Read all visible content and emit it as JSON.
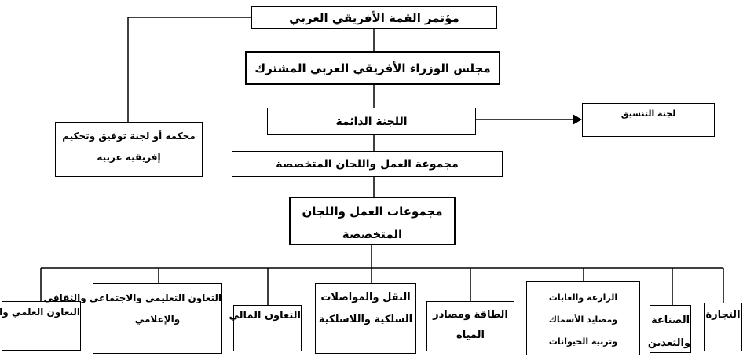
{
  "colors": {
    "ink": "#000000",
    "paper": "#ffffff"
  },
  "diagram": {
    "type": "org-chart",
    "language": "ar",
    "direction": "rtl",
    "nodes": {
      "summit": {
        "lines": [
          "مؤتمر القمة الأفريقي العربي"
        ]
      },
      "council": {
        "lines": [
          "مجلس الوزراء الأفريقي العربي المشترك"
        ]
      },
      "permanent_committee": {
        "lines": [
          "اللجنة الدائمة"
        ]
      },
      "coordination_committee": {
        "lines": [
          "لجنة التنسيق"
        ]
      },
      "arbitration_court": {
        "lines": [
          "محكمه أو لجنة توفيق وتحكيم",
          "إفريقية عربية"
        ]
      },
      "work_group": {
        "lines": [
          "مجموعة العمل واللجان المتخصصة"
        ]
      },
      "work_groups": {
        "lines": [
          "مجموعات العمل واللجان",
          "المتخصصة"
        ]
      }
    },
    "committees": [
      {
        "id": "scientific-technical",
        "lines": [
          "التعاون العلمي والفني"
        ]
      },
      {
        "id": "education-social-cultural-media",
        "lines": [
          "التعاون التعليمي والاجتماعي والثقافي",
          "والإعلامي"
        ]
      },
      {
        "id": "financial",
        "lines": [
          "التعاون المالي"
        ]
      },
      {
        "id": "transport-telecom",
        "lines": [
          "النقل والمواصلات",
          "السلكية واللاسلكية"
        ]
      },
      {
        "id": "energy-water",
        "lines": [
          "الطاقة ومصادر",
          "المياه"
        ]
      },
      {
        "id": "agriculture-forests-fisheries-livestock",
        "lines": [
          "الزارعة والغابات",
          "ومصايد الأسماك",
          "وتربية الحيوانات"
        ]
      },
      {
        "id": "industry-mining",
        "lines": [
          "الصناعة",
          "والتعدين"
        ]
      },
      {
        "id": "trade",
        "lines": [
          "التجارة"
        ]
      }
    ]
  }
}
